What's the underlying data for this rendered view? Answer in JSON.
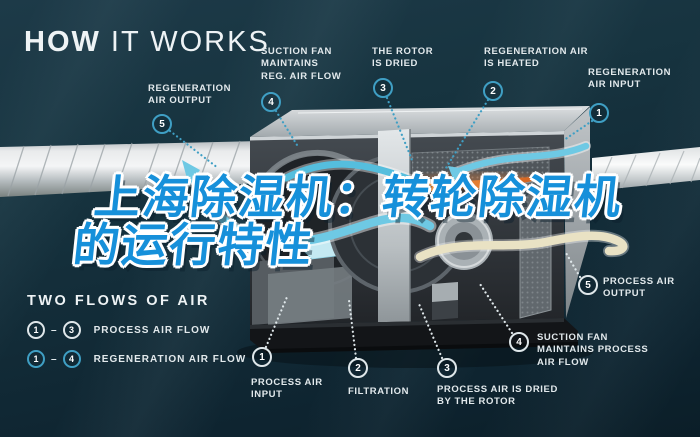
{
  "title": {
    "strong": "HOW",
    "light": " IT WORKS"
  },
  "overlay_heading": {
    "line1": "上海除湿机：转轮除湿机",
    "line2": "的运行特性"
  },
  "legend": {
    "title": "TWO FLOWS OF AIR",
    "rows": [
      {
        "start": "1",
        "end": "3",
        "label": "PROCESS AIR FLOW"
      },
      {
        "start": "1",
        "end": "4",
        "label": "REGENERATION AIR FLOW"
      }
    ]
  },
  "callouts": {
    "reg_output": {
      "num": "5",
      "label": "REGENERATION\nAIR OUTPUT"
    },
    "suction_reg": {
      "num": "4",
      "label": "SUCTION FAN\nMAINTAINS\nREG. AIR FLOW"
    },
    "rotor_dried": {
      "num": "3",
      "label": "THE ROTOR\nIS DRIED"
    },
    "reg_heated": {
      "num": "2",
      "label": "REGENERATION AIR\nIS HEATED"
    },
    "reg_input": {
      "num": "1",
      "label": "REGENERATION\nAIR INPUT"
    },
    "process_output": {
      "num": "5",
      "label": "PROCESS AIR\nOUTPUT"
    },
    "suction_process": {
      "num": "4",
      "label": "SUCTION FAN\nMAINTAINS PROCESS\nAIR FLOW"
    },
    "process_dried": {
      "num": "3",
      "label": "PROCESS AIR IS DRIED\nBY THE ROTOR"
    },
    "filtration": {
      "num": "2",
      "label": "FILTRATION"
    },
    "process_input": {
      "num": "1",
      "label": "PROCESS AIR\nINPUT"
    }
  },
  "colors": {
    "process_accent": "#dfe7ea",
    "regeneration_accent": "#3f9fc4",
    "overlay_blue": "#1690da",
    "heater_orange": "#e8792e"
  }
}
